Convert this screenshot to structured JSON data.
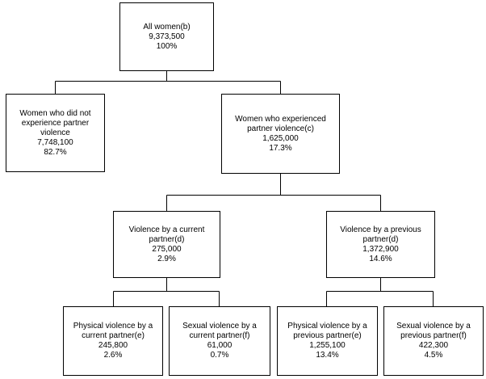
{
  "tree": {
    "root": {
      "label": "All women(b)",
      "count": "9,373,500",
      "percent": "100%"
    },
    "no_violence": {
      "label": "Women who did not experience partner violence",
      "count": "7,748,100",
      "percent": "82.7%"
    },
    "violence": {
      "label": "Women who experienced partner violence(c)",
      "count": "1,625,000",
      "percent": "17.3%"
    },
    "current": {
      "label": "Violence by a current partner(d)",
      "count": "275,000",
      "percent": "2.9%"
    },
    "previous": {
      "label": "Violence by a previous partner(d)",
      "count": "1,372,900",
      "percent": "14.6%"
    },
    "current_physical": {
      "label": "Physical violence by a current partner(e)",
      "count": "245,800",
      "percent": "2.6%"
    },
    "current_sexual": {
      "label": "Sexual violence by a current partner(f)",
      "count": "61,000",
      "percent": "0.7%"
    },
    "previous_physical": {
      "label": "Physical violence by a previous partner(e)",
      "count": "1,255,100",
      "percent": "13.4%"
    },
    "previous_sexual": {
      "label": "Sexual violence by a previous partner(f)",
      "count": "422,300",
      "percent": "4.5%"
    }
  }
}
